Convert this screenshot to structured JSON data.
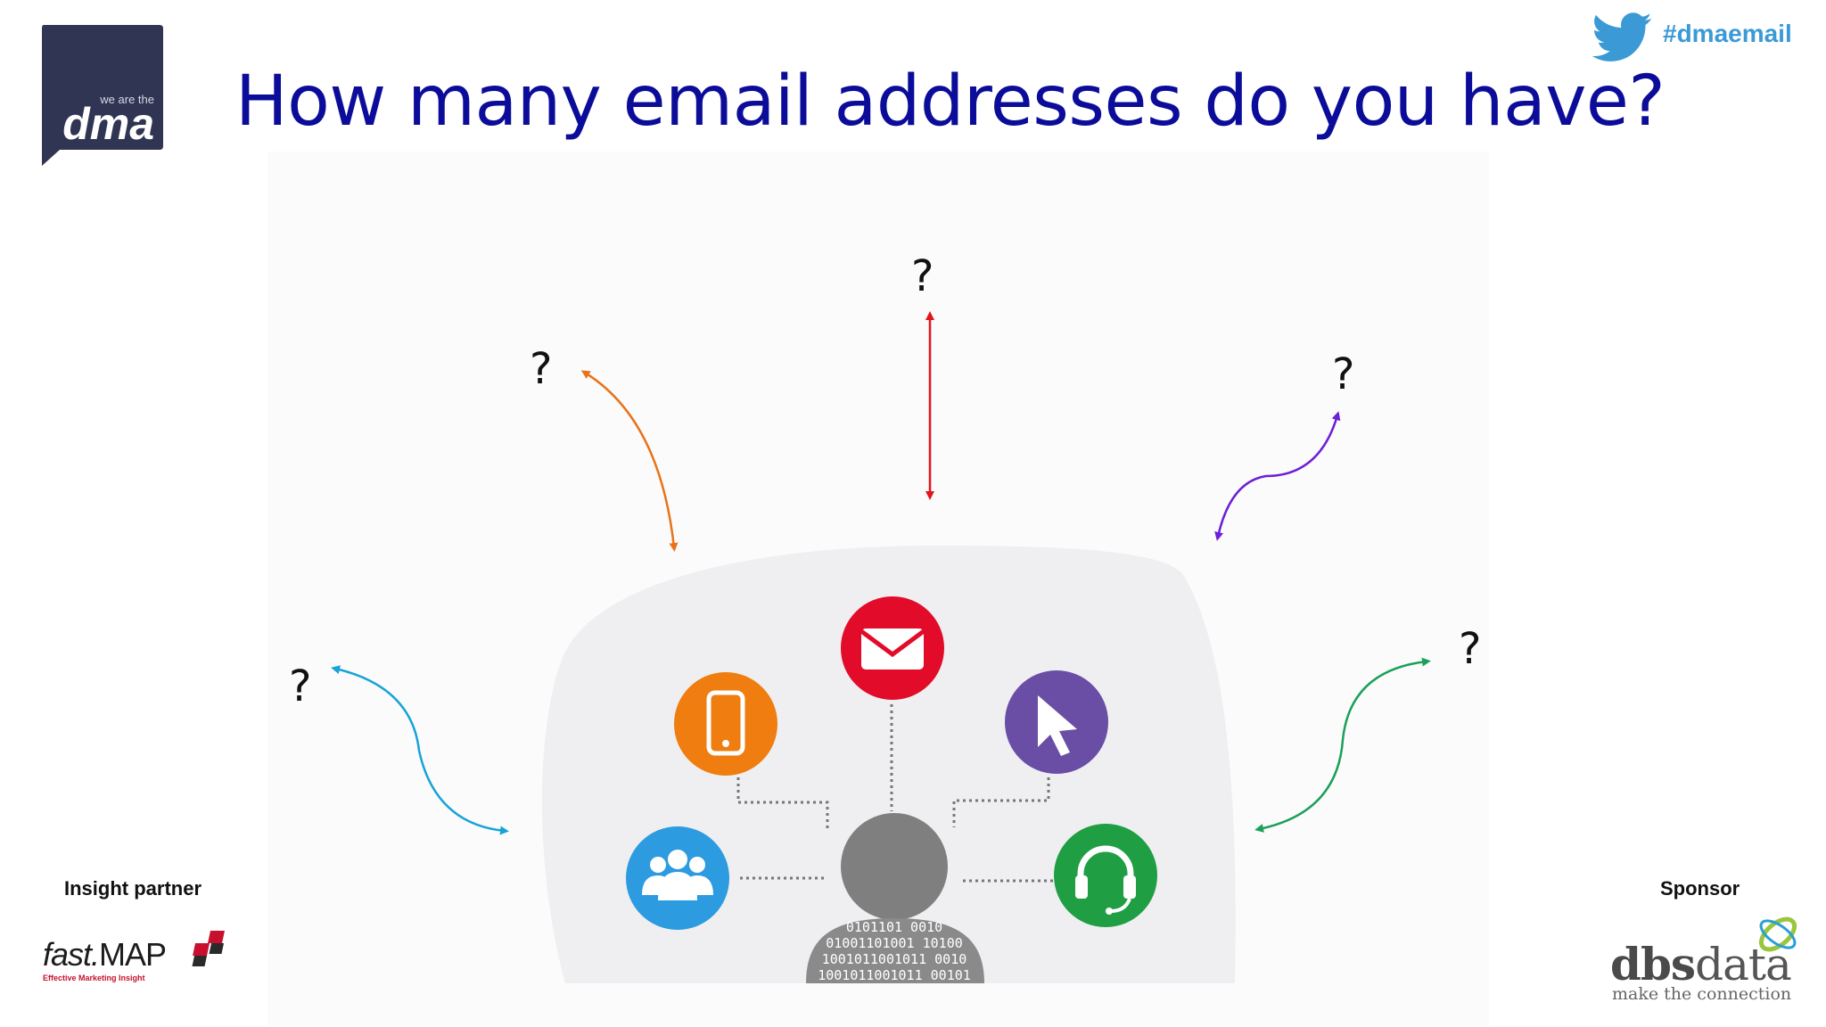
{
  "header": {
    "title": "How many email addresses do you have?",
    "hashtag": "#dmaemail"
  },
  "dma_logo": {
    "tagline": "we are the",
    "wordmark": "dma"
  },
  "diagram": {
    "question_marks": [
      "?",
      "?",
      "?",
      "?",
      "?"
    ],
    "channel_icons": [
      "email-icon",
      "mobile-phone-icon",
      "cursor-icon",
      "group-icon",
      "headset-icon"
    ],
    "binary_rows": [
      "0101101 0010",
      "01001101001 10100",
      "1001011001011 0010",
      "1001011001011 00101"
    ],
    "arrow_colors": {
      "left_top": "#e8731a",
      "center": "#e3141c",
      "right_top": "#6b1fd6",
      "left_bottom": "#17a3d8",
      "right_bottom": "#1aa05a"
    },
    "icon_colors": {
      "email": "#e30b2a",
      "mobile": "#ef7d0f",
      "cursor": "#6a4ea5",
      "group": "#2c9be0",
      "headset": "#1f9e43",
      "person": "#7f7f7f"
    }
  },
  "footer": {
    "insight_label": "Insight partner",
    "sponsor_label": "Sponsor",
    "fastmap": {
      "word_italic": "fast.",
      "word": "MAP",
      "tagline": "Effective Marketing Insight"
    },
    "dbsdata": {
      "word_bold": "dbs",
      "word": "data",
      "tagline": "make the connection"
    }
  },
  "colors": {
    "title": "#0c0c9a",
    "hashtag": "#3b9ad6",
    "dma_box": "#2f3552"
  }
}
